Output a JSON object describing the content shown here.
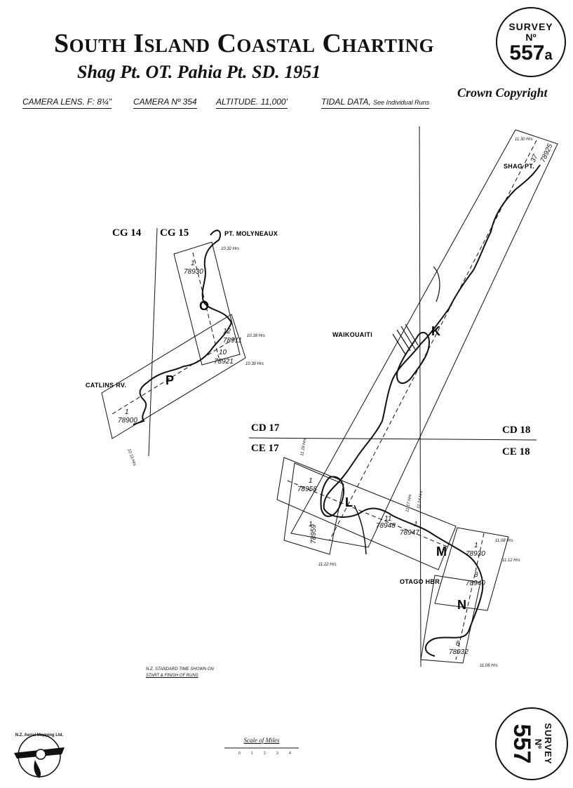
{
  "header": {
    "title": "South Island Coastal Charting",
    "subtitle": "Shag Pt. OT. Pahia Pt. SD. 1951",
    "specs": [
      {
        "label": "Camera Lens. F: 8¼\"",
        "note": ""
      },
      {
        "label": "Camera Nº 354",
        "note": ""
      },
      {
        "label": "Altitude. 11,000'",
        "note": ""
      },
      {
        "label": "Tidal Data,",
        "note": "See Individual Runs"
      }
    ],
    "copyright": "Crown Copyright"
  },
  "badge_top": {
    "line1": "SURVEY",
    "line2": "Nº",
    "number": "557",
    "suffix": "a"
  },
  "badge_bottom": {
    "line1": "SURVEY",
    "line2": "Nº",
    "number": "557"
  },
  "sheets": [
    "CG 14",
    "CG 15",
    "CD 17",
    "CD 18",
    "CE 17",
    "CE 18"
  ],
  "places": [
    "Pt. Molyneaux",
    "Catlins Rv.",
    "Waikouaiti",
    "Shag Pt.",
    "Otago Hbr."
  ],
  "runs": [
    "O",
    "P",
    "K",
    "L",
    "M",
    "N"
  ],
  "photo_labels": {
    "o": [
      "1",
      "78930"
    ],
    "o2": [
      "12",
      "78911"
    ],
    "p": [
      "10",
      "78921"
    ],
    "p2": [
      "1",
      "78900"
    ],
    "k": [
      "37",
      "78925"
    ],
    "l1": [
      "1",
      "78958"
    ],
    "l2": [
      "1",
      "78959"
    ],
    "l3": [
      "11",
      "78948"
    ],
    "l4": [
      "1",
      "78947"
    ],
    "m": [
      "1",
      "78930"
    ],
    "m2": [
      "8",
      "78940"
    ],
    "n": [
      "8",
      "78932"
    ]
  },
  "times": [
    "10.32 Hrs",
    "10.18 Hrs",
    "10.30 Hrs",
    "10.16 Hrs",
    "11.30 Hrs",
    "11.18 Hrs",
    "11.22 Hrs",
    "11.17 Hrs",
    "11.14 Hrs",
    "11.08 Hrs",
    "11.12 Hrs",
    "11.06 Hrs"
  ],
  "note": {
    "line1": "N.Z. Standard Time Shown on",
    "line2": "Start & Finish of Runs"
  },
  "scale": {
    "label": "Scale of Miles",
    "ticks": [
      "0",
      "1",
      "2",
      "3",
      "4"
    ]
  },
  "logo": {
    "text": "N.Z. Aerial Mapping Ltd."
  }
}
